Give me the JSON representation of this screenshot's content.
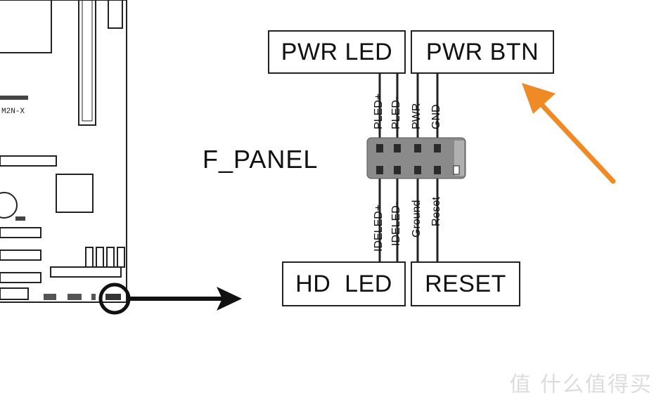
{
  "header": {
    "title": "F_PANEL"
  },
  "boxes": {
    "pwr_led": "PWR LED",
    "pwr_btn": "PWR BTN",
    "hd_led": "HD  LED",
    "reset": "RESET"
  },
  "top_pins": [
    "PLED+",
    "PLED-",
    "PWR",
    "GND"
  ],
  "bottom_pins": [
    "IDELED+",
    "IDELED-",
    "Ground",
    "Reset"
  ],
  "board": {
    "label": "M2N-X"
  },
  "watermark": "值 什么值得买",
  "colors": {
    "accent_arrow": "#f08a24",
    "header_fill": "#8a8a8a",
    "line": "#222222"
  },
  "icons": [
    "arrow-right-icon",
    "arrow-up-left-icon",
    "circle-highlight-icon"
  ]
}
